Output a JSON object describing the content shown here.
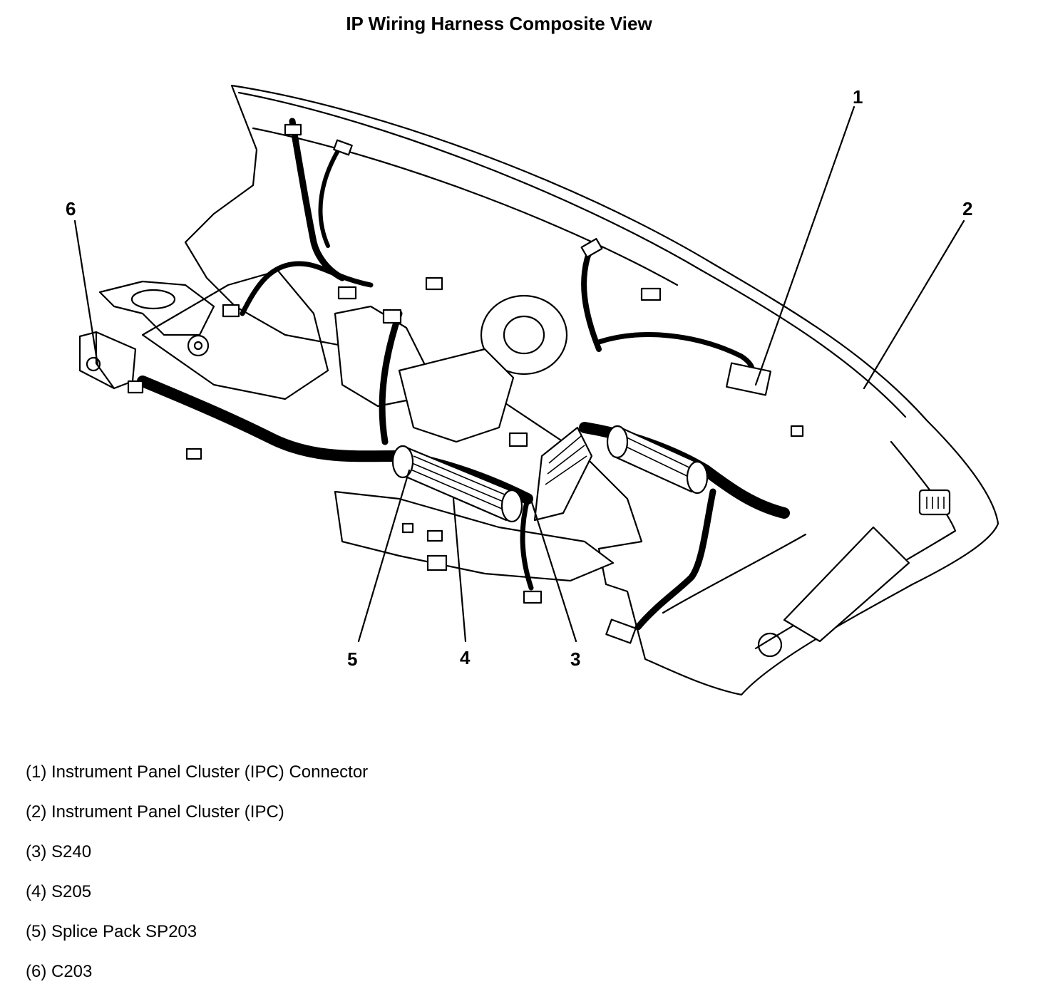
{
  "title": "IP Wiring Harness Composite View",
  "callouts": [
    {
      "id": "1"
    },
    {
      "id": "2"
    },
    {
      "id": "3"
    },
    {
      "id": "4"
    },
    {
      "id": "5"
    },
    {
      "id": "6"
    }
  ],
  "legend": [
    {
      "text": "(1) Instrument Panel Cluster (IPC) Connector"
    },
    {
      "text": "(2) Instrument Panel Cluster (IPC)"
    },
    {
      "text": "(3) S240"
    },
    {
      "text": "(4) S205"
    },
    {
      "text": "(5) Splice Pack SP203"
    },
    {
      "text": "(6) C203"
    }
  ]
}
